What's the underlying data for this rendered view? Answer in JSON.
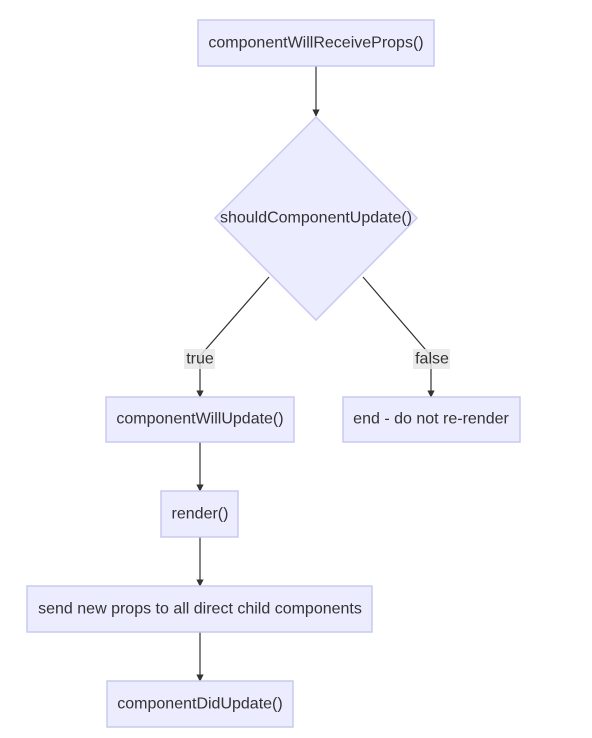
{
  "nodes": {
    "will_receive_props": "componentWillReceiveProps()",
    "should_update": "shouldComponentUpdate()",
    "will_update": "componentWillUpdate()",
    "end_no_render": "end - do not re-render",
    "render": "render()",
    "send_props": "send new props to all direct child components",
    "did_update": "componentDidUpdate()"
  },
  "edge_labels": {
    "true_branch": "true",
    "false_branch": "false"
  },
  "colors": {
    "node_fill": "#ececff",
    "node_stroke": "#c9c9f2",
    "edge": "#333333",
    "text": "#333333"
  }
}
